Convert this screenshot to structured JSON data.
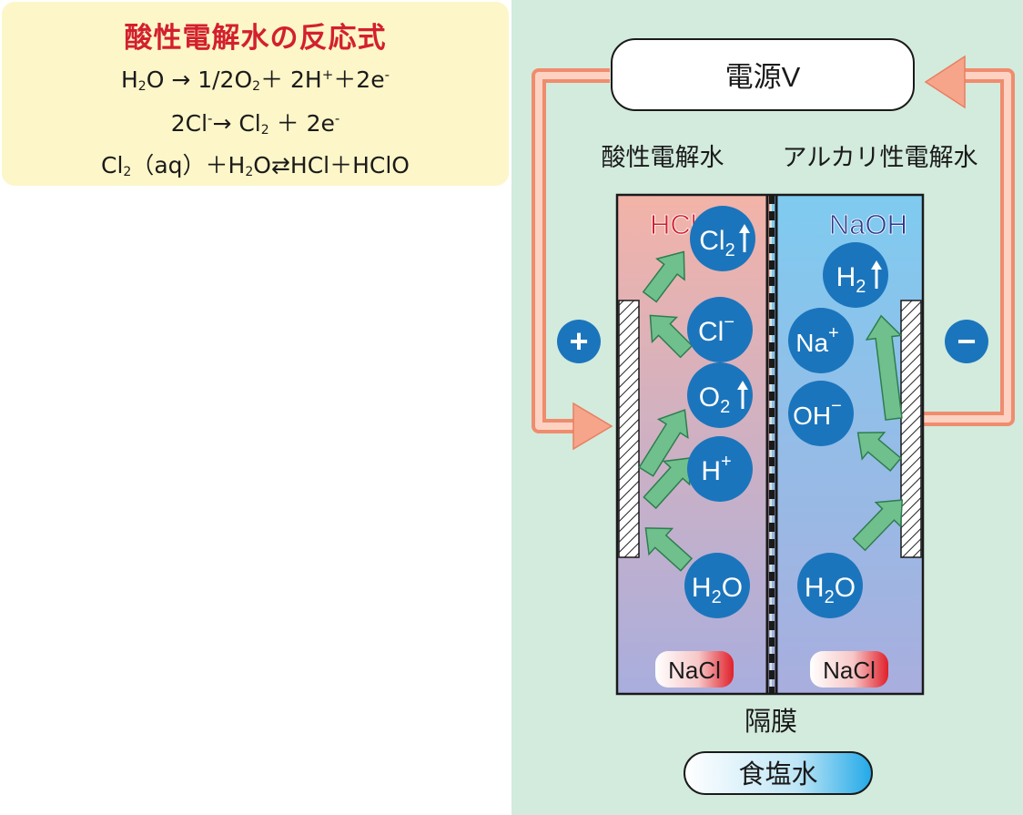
{
  "reaction_box": {
    "title": "酸性電解水の反応式",
    "eq1": {
      "a": "H",
      "a_sub": "2",
      "b": "O  → 1/2O",
      "b_sub": "2",
      "c": "＋ 2H",
      "c_sup": "+",
      "d": "＋2e",
      "d_sup": "-"
    },
    "eq2": {
      "a": "2Cl",
      "a_sup": "-",
      "b": "→ Cl",
      "b_sub": "2",
      "c": " ＋ 2e",
      "c_sup": "-"
    },
    "eq3": {
      "a": "Cl",
      "a_sub": "2",
      "b": "（aq）＋H",
      "b_sub": "2",
      "c": "O",
      "arrow": "⇄",
      "d": "HCl＋HClO"
    }
  },
  "diagram": {
    "power_label": "電源V",
    "acid_label": "酸性電解水",
    "alkali_label": "アルカリ性電解水",
    "hcl_label": "HCl",
    "naoh_label": "NaOH",
    "plus_symbol": "+",
    "minus_symbol": "−",
    "membrane_label": "隔膜",
    "saltwater_label": "食塩水",
    "nacl_label": "NaCl",
    "acid_ions": [
      {
        "base": "Cl",
        "sub": "2",
        "up": true
      },
      {
        "base": "Cl",
        "sup": "−"
      },
      {
        "base": "O",
        "sub": "2",
        "up": true
      },
      {
        "base": "H",
        "sup": "+"
      },
      {
        "base": "H",
        "sub": "2",
        "tail": "O"
      }
    ],
    "alkali_ions": [
      {
        "base": "H",
        "sub": "2",
        "up": true
      },
      {
        "base": "Na",
        "sup": "+"
      },
      {
        "base": "OH",
        "sup": "−"
      },
      {
        "base": "H",
        "sub": "2",
        "tail": "O"
      }
    ],
    "colors": {
      "ion": "#1b75bc",
      "arrow_green": "#6fc08d",
      "wire": "#f4a58a",
      "hcl_text": "#d3202e",
      "naoh_text": "#2a3b8f"
    }
  }
}
